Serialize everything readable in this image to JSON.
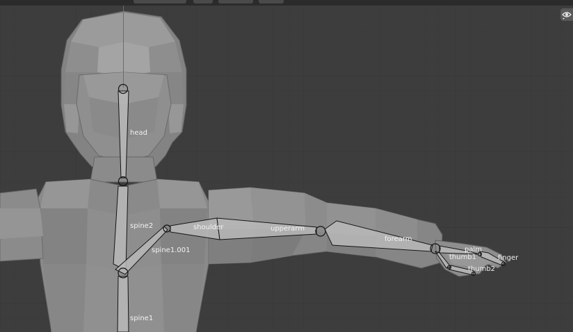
{
  "bones": {
    "head": "head",
    "spine2": "spine2",
    "spine1_001": "spine1.001",
    "spine1": "spine1",
    "shoulder": "shoulder",
    "upperarm": "upperarm",
    "forearm": "forearm",
    "palm": "palm",
    "finger": "finger",
    "thumb1": "thumb1",
    "thumb2": "thumb2"
  },
  "icons": {
    "overlay_toggle": "eye-icon"
  },
  "colors": {
    "background": "#3d3d3d",
    "grid_line": "#353535",
    "z_axis": "#3b73c9",
    "bone_fill": "#b9b9b9",
    "bone_outline": "#141414",
    "label": "#f2f2f2"
  }
}
